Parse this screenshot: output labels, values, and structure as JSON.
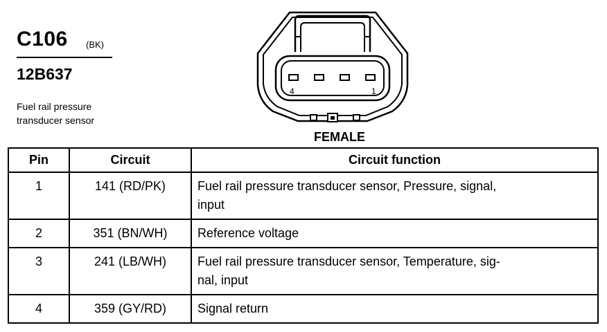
{
  "connector": {
    "id": "C106",
    "color_code": "(BK)",
    "part_number": "12B637",
    "description_lines": [
      "Fuel rail pressure",
      "transducer sensor"
    ],
    "gender": "FEMALE",
    "pin_labels": {
      "left": "4",
      "right": "1"
    }
  },
  "table": {
    "headers": {
      "pin": "Pin",
      "circuit": "Circuit",
      "function": "Circuit function"
    },
    "rows": [
      {
        "pin": "1",
        "circuit": "141 (RD/PK)",
        "function_lines": [
          "Fuel rail pressure transducer sensor, Pressure, signal,",
          "input"
        ]
      },
      {
        "pin": "2",
        "circuit": "351 (BN/WH)",
        "function_lines": [
          "Reference voltage"
        ]
      },
      {
        "pin": "3",
        "circuit": "241 (LB/WH)",
        "function_lines": [
          "Fuel rail pressure transducer sensor, Temperature, sig-",
          "nal, input"
        ]
      },
      {
        "pin": "4",
        "circuit": "359 (GY/RD)",
        "function_lines": [
          "Signal return"
        ]
      }
    ]
  }
}
